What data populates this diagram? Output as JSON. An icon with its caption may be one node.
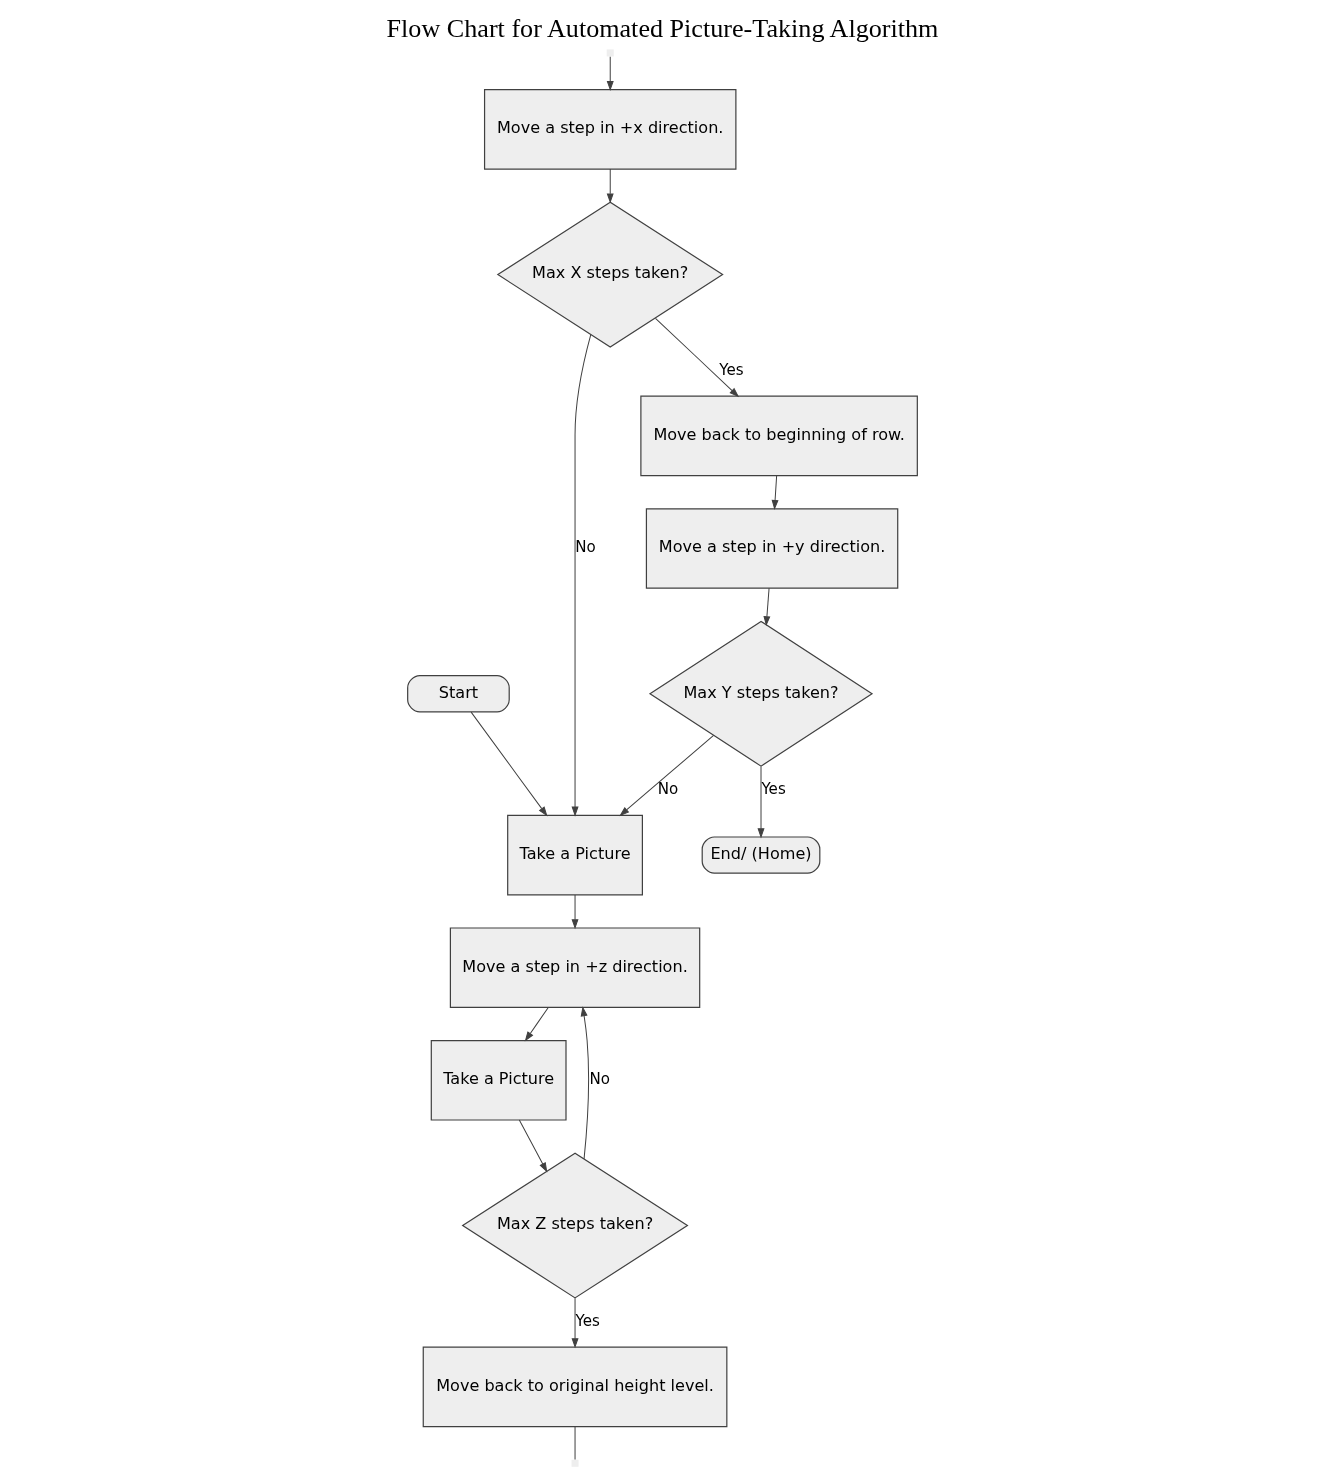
{
  "diagram": {
    "title": "Flow Chart for Automated Picture-Taking Algorithm",
    "nodes": [
      {
        "text": [
          "Start"
        ]
      },
      {
        "text": [
          "Take a Picture"
        ]
      },
      {
        "text": [
          "Move a step in +z direction."
        ]
      },
      {
        "text": [
          "Take a Picture"
        ]
      },
      {
        "text": [
          "Max Z steps taken?"
        ]
      },
      {
        "text": [
          "Move back to original height level."
        ]
      },
      {
        "text": [
          "Move a step in +x direction."
        ]
      },
      {
        "text": [
          "Max X steps taken?"
        ]
      },
      {
        "text": [
          "Move back to beginning of row."
        ]
      },
      {
        "text": [
          "Move a step in +y direction."
        ]
      },
      {
        "text": [
          "Max Y steps taken?"
        ]
      },
      {
        "text": [
          "End/ (Home)"
        ]
      }
    ],
    "edges": [
      {
        "from": 0,
        "to": 1,
        "arrow": "to"
      },
      {
        "from": 1,
        "to": 2,
        "arrow": "to"
      },
      {
        "from": 2,
        "to": 3,
        "arrow": "to"
      },
      {
        "from": 3,
        "to": 4,
        "arrow": "to"
      },
      {
        "from": 4,
        "to": 2,
        "label": "No",
        "arrow": "to"
      },
      {
        "from": 4,
        "to": 5,
        "label": "Yes",
        "arrow": "to"
      },
      {
        "from": 5,
        "to": null,
        "arrow": "none"
      },
      {
        "from": null,
        "to": 6,
        "arrow": "to"
      },
      {
        "from": 6,
        "to": 7,
        "arrow": "to"
      },
      {
        "from": 7,
        "to": 8,
        "label": "Yes",
        "arrow": "to"
      },
      {
        "from": 8,
        "to": 9,
        "arrow": "to"
      },
      {
        "from": 9,
        "to": 10,
        "arrow": "to"
      },
      {
        "from": 10,
        "to": 11,
        "label": "Yes",
        "arrow": "to"
      },
      {
        "from": 10,
        "to": 1,
        "label": "No",
        "arrow": "to"
      },
      {
        "from": 7,
        "to": 1,
        "label": "No",
        "arrow": "to"
      }
    ]
  }
}
